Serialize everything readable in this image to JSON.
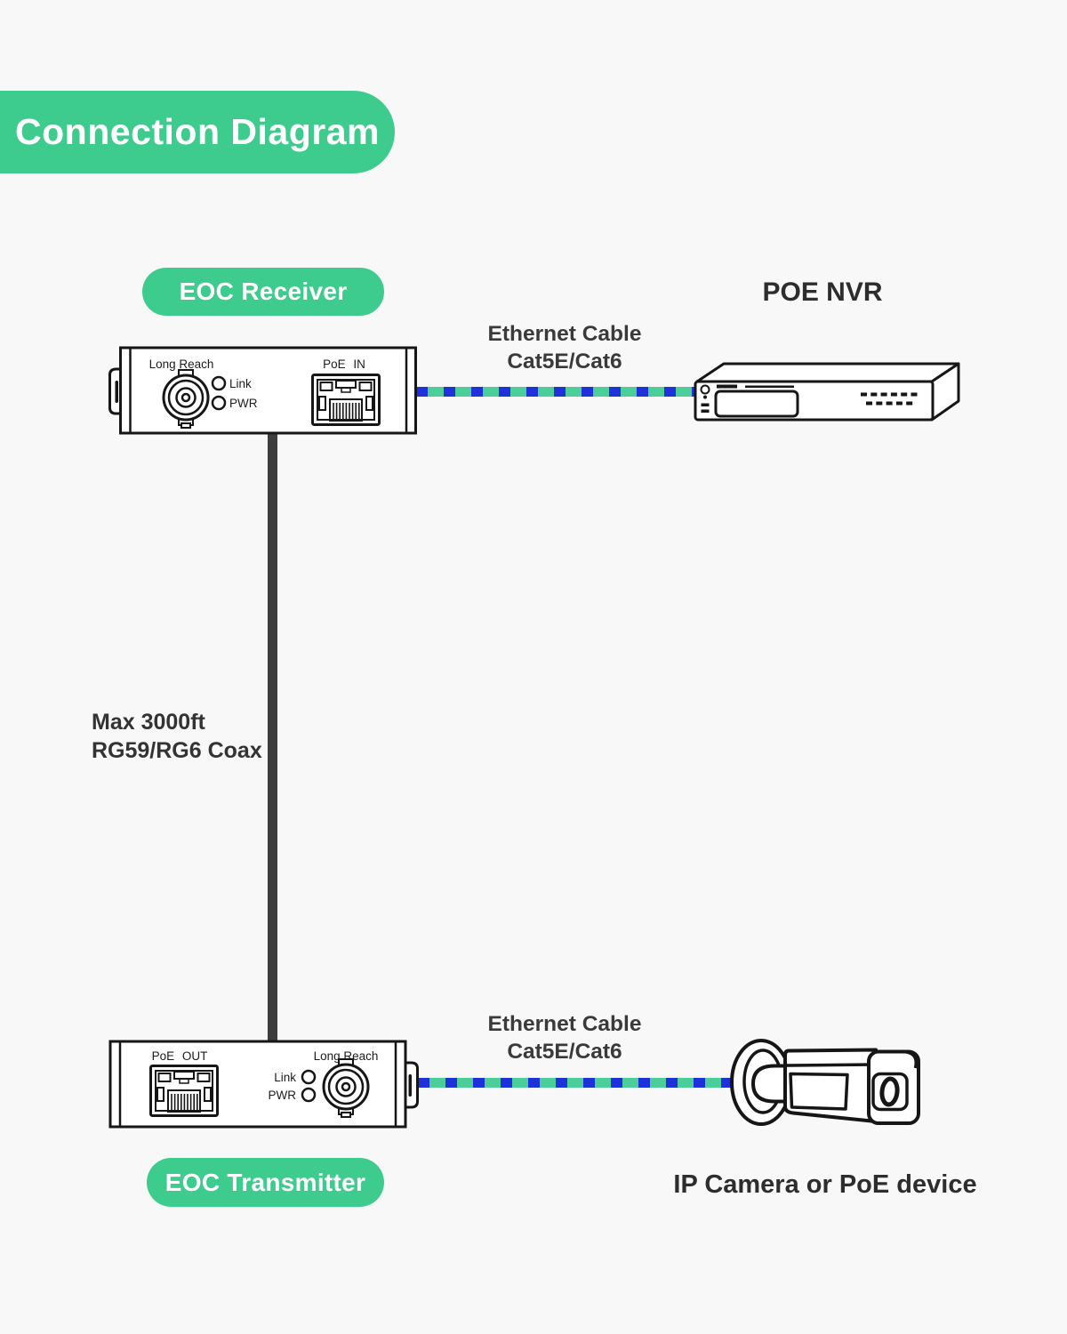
{
  "header": {
    "title": "Connection Diagram"
  },
  "devices": {
    "receiver": {
      "label": "EOC Receiver",
      "bnc_label": "Long Reach",
      "led_link": "Link",
      "led_pwr": "PWR",
      "port_label": "PoE IN"
    },
    "transmitter": {
      "label": "EOC Transmitter",
      "port_label": "PoE OUT",
      "led_link": "Link",
      "led_pwr": "PWR",
      "bnc_label": "Long Reach"
    },
    "nvr": {
      "label": "POE NVR"
    },
    "camera": {
      "label": "IP Camera or PoE device"
    }
  },
  "cables": {
    "top_ethernet": {
      "line1": "Ethernet Cable",
      "line2": "Cat5E/Cat6"
    },
    "bottom_ethernet": {
      "line1": "Ethernet Cable",
      "line2": "Cat5E/Cat6"
    },
    "coax": {
      "line1": "Max 3000ft",
      "line2": "RG59/RG6 Coax"
    }
  },
  "colors": {
    "accent_green": "#3ecc8e",
    "cable_green": "#4bce99",
    "cable_blue": "#1f31d8",
    "coax_gray": "#3d3d3d",
    "outline": "#161616"
  }
}
